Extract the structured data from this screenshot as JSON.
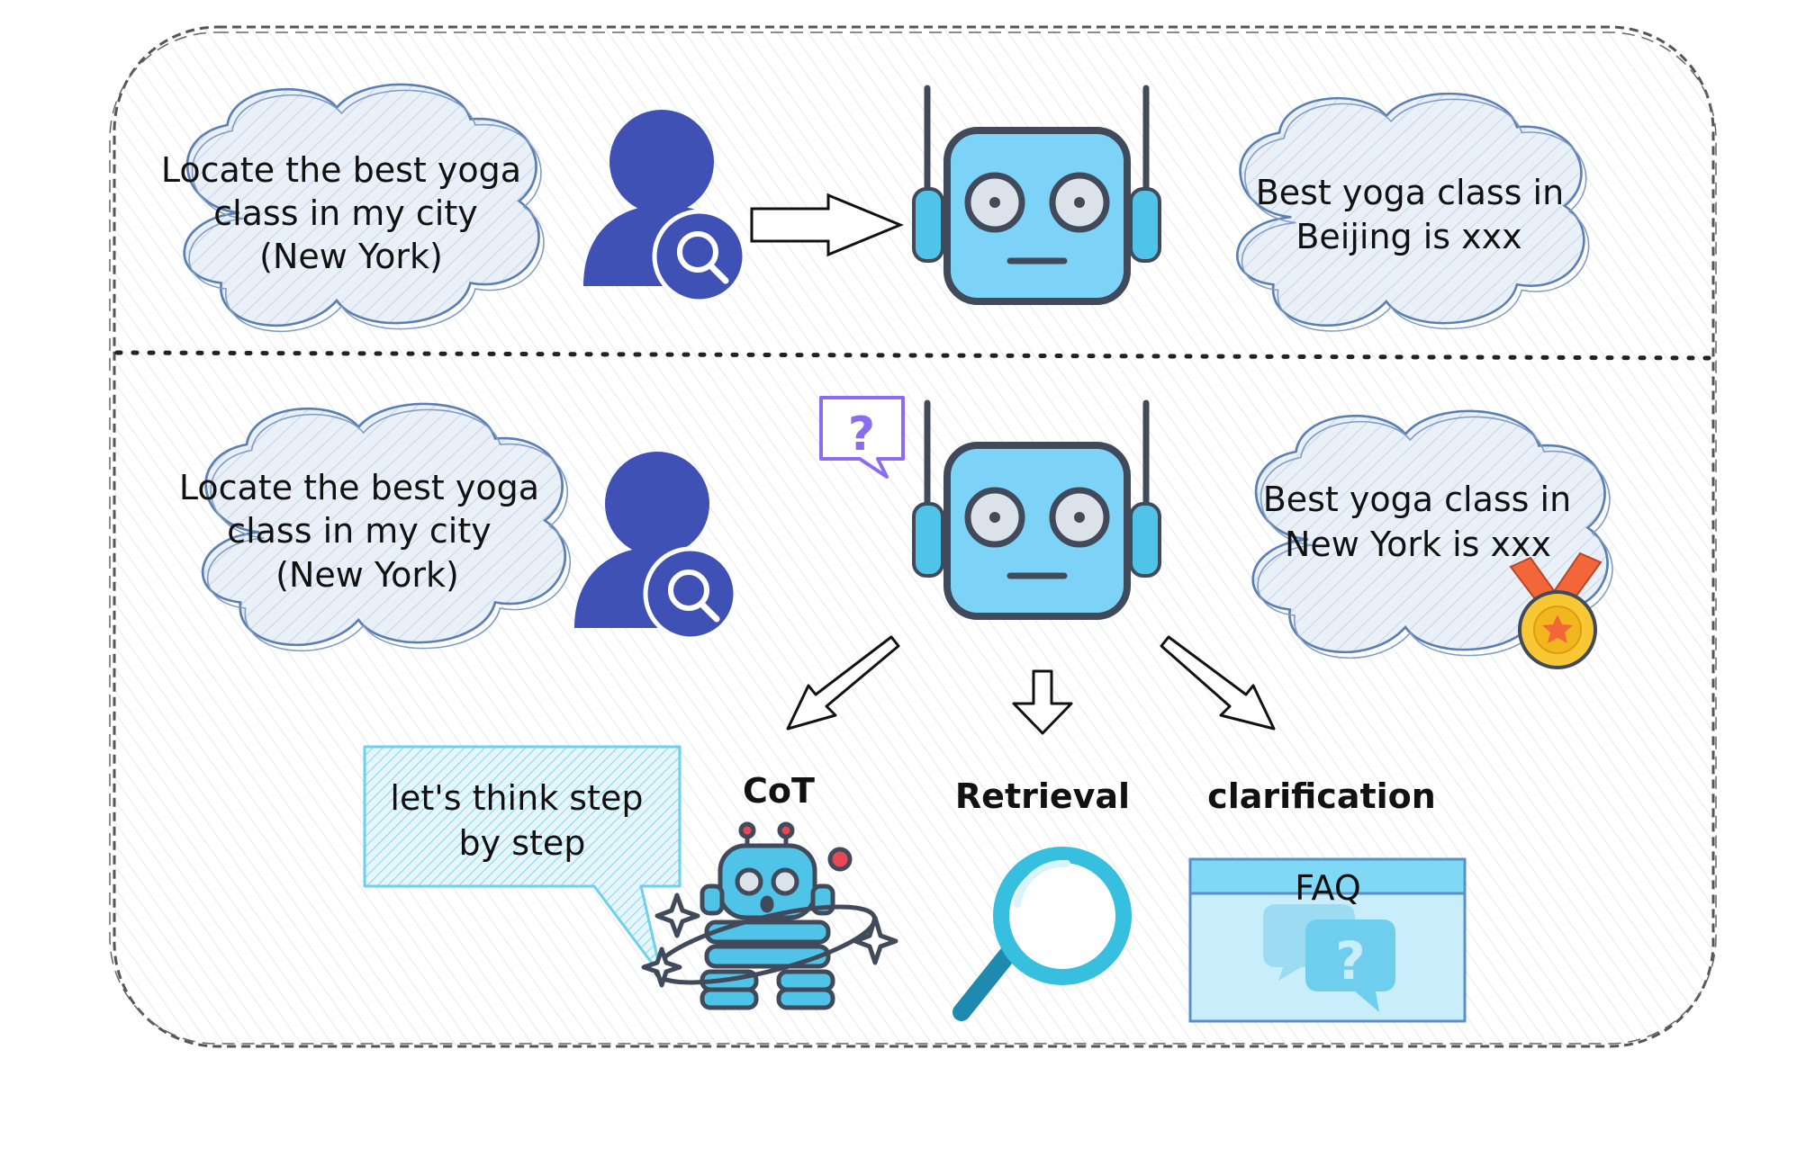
{
  "top_row": {
    "query_cloud": {
      "lines": [
        "Locate the best yoga",
        "class in my city",
        "(New York)"
      ]
    },
    "answer_cloud": {
      "lines": [
        "Best yoga class in",
        "Beijing is xxx"
      ]
    }
  },
  "bottom_row": {
    "query_cloud": {
      "lines": [
        "Locate the best yoga",
        "class in my city",
        "(New York)"
      ]
    },
    "question_bubble_icon": "?",
    "answer_cloud": {
      "lines": [
        "Best yoga class in",
        "New York is xxx"
      ]
    },
    "methods": {
      "cot": {
        "label": "CoT",
        "speech": [
          "let's think step",
          "by step"
        ]
      },
      "retrieval": {
        "label": "Retrieval"
      },
      "clarification": {
        "label": "clarification",
        "faq_title": "FAQ",
        "faq_mark": "?"
      }
    }
  },
  "colors": {
    "user_icon": "#3f51b5",
    "robot_face": "#7dd3f7",
    "robot_outline": "#414a5a",
    "cloud_stroke": "#5b7fb0",
    "hatch": "#d9dee6",
    "speech_fill": "#bfe9f7",
    "faq_fill": "#c9eefb",
    "magnifier": "#37bfe0",
    "medal": "#f7c833",
    "ribbon": "#f2663a",
    "question_icon": "#8b6cf0"
  }
}
